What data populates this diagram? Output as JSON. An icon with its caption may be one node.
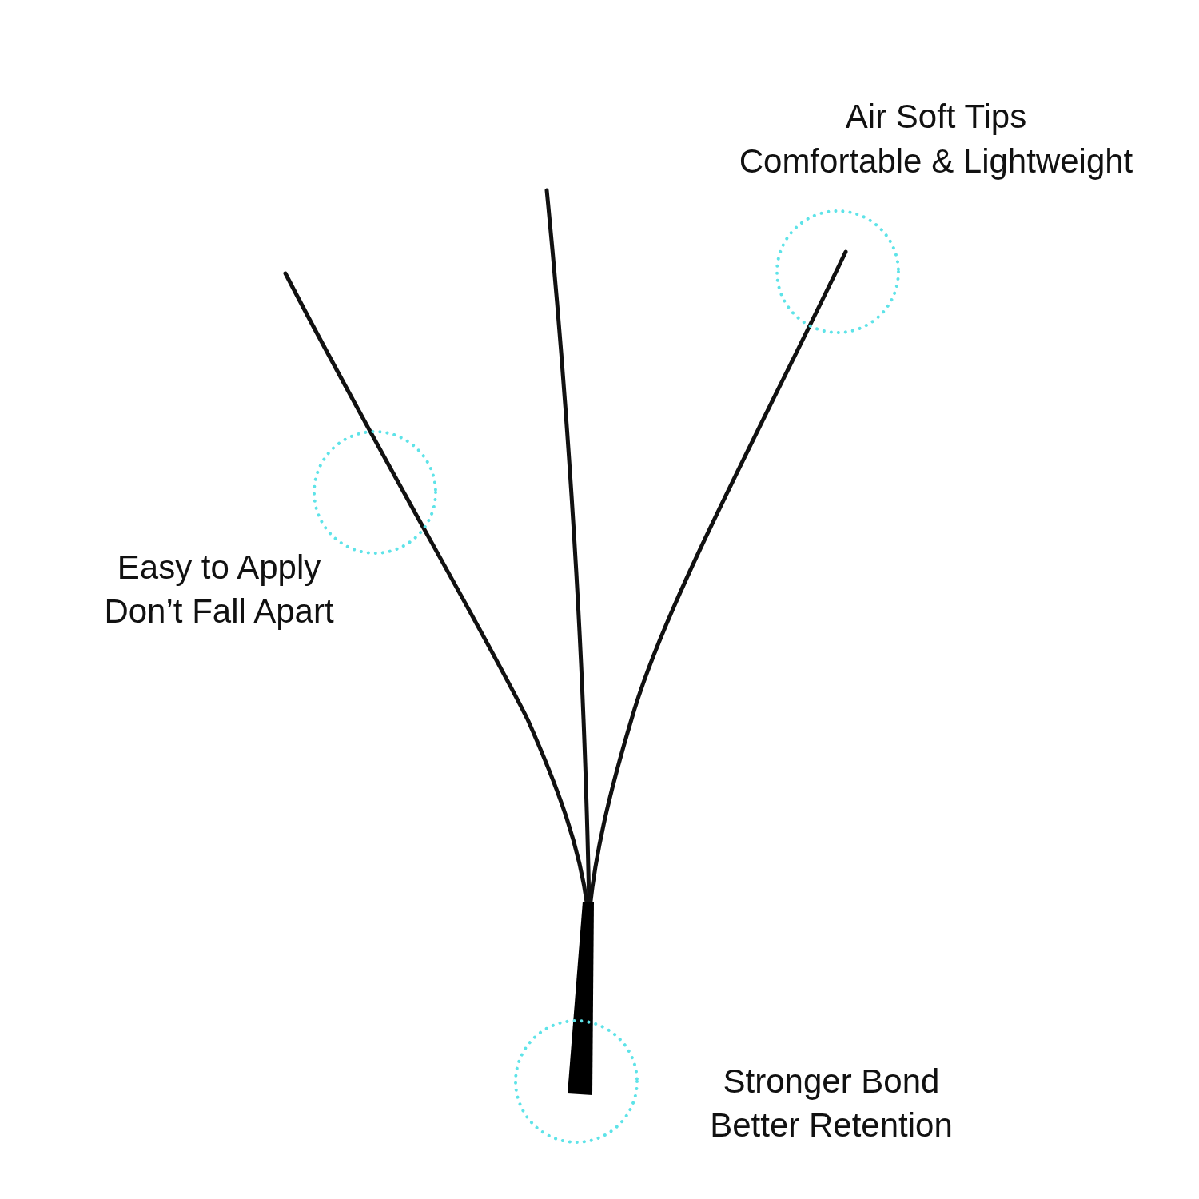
{
  "diagram": {
    "labels": [
      "Air Soft Tips",
      "Comfortable & Lightweight",
      "Easy to Apply",
      "Don’t Fall Apart",
      "Stronger Bond",
      "Better Retention"
    ]
  }
}
